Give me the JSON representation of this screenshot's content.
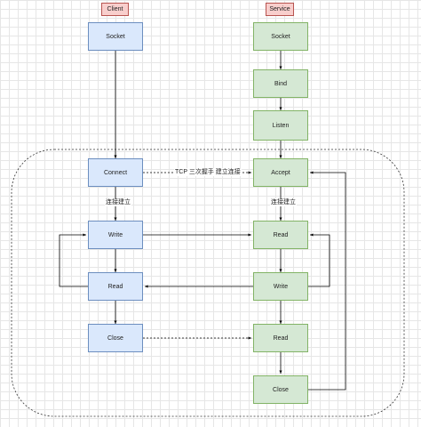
{
  "client_header": "Client",
  "service_header": "Service",
  "client": {
    "socket": "Socket",
    "connect": "Connect",
    "write": "Write",
    "read": "Read",
    "close": "Close"
  },
  "service": {
    "socket": "Socket",
    "bind": "Bind",
    "listen": "Listen",
    "accept": "Accept",
    "read": "Read",
    "write": "Write",
    "read2": "Read",
    "close": "Close"
  },
  "labels": {
    "handshake": "TCP 三次握手 建立连接",
    "client_connected": "连接建立",
    "service_connected": "连接建立"
  },
  "colors": {
    "client_fill": "#dae8fc",
    "client_stroke": "#6c8ebf",
    "service_fill": "#d5e8d4",
    "service_stroke": "#82b366",
    "header_fill": "#f8cecc",
    "header_stroke": "#b85450"
  }
}
